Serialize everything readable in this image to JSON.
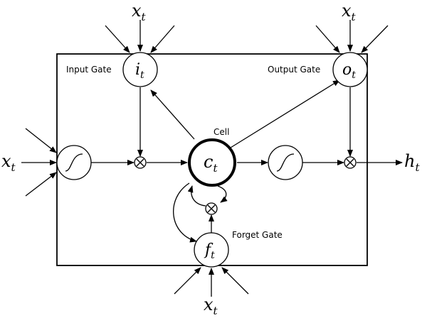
{
  "labels": {
    "input_gate": "Input Gate",
    "output_gate": "Output Gate",
    "forget_gate": "Forget Gate",
    "cell": "Cell"
  },
  "symbols": {
    "x": "x",
    "x_sub": "t",
    "i": "i",
    "i_sub": "t",
    "o": "o",
    "o_sub": "t",
    "c": "c",
    "c_sub": "t",
    "f": "f",
    "f_sub": "t",
    "h": "h",
    "h_sub": "t",
    "multiply": "⊗"
  }
}
